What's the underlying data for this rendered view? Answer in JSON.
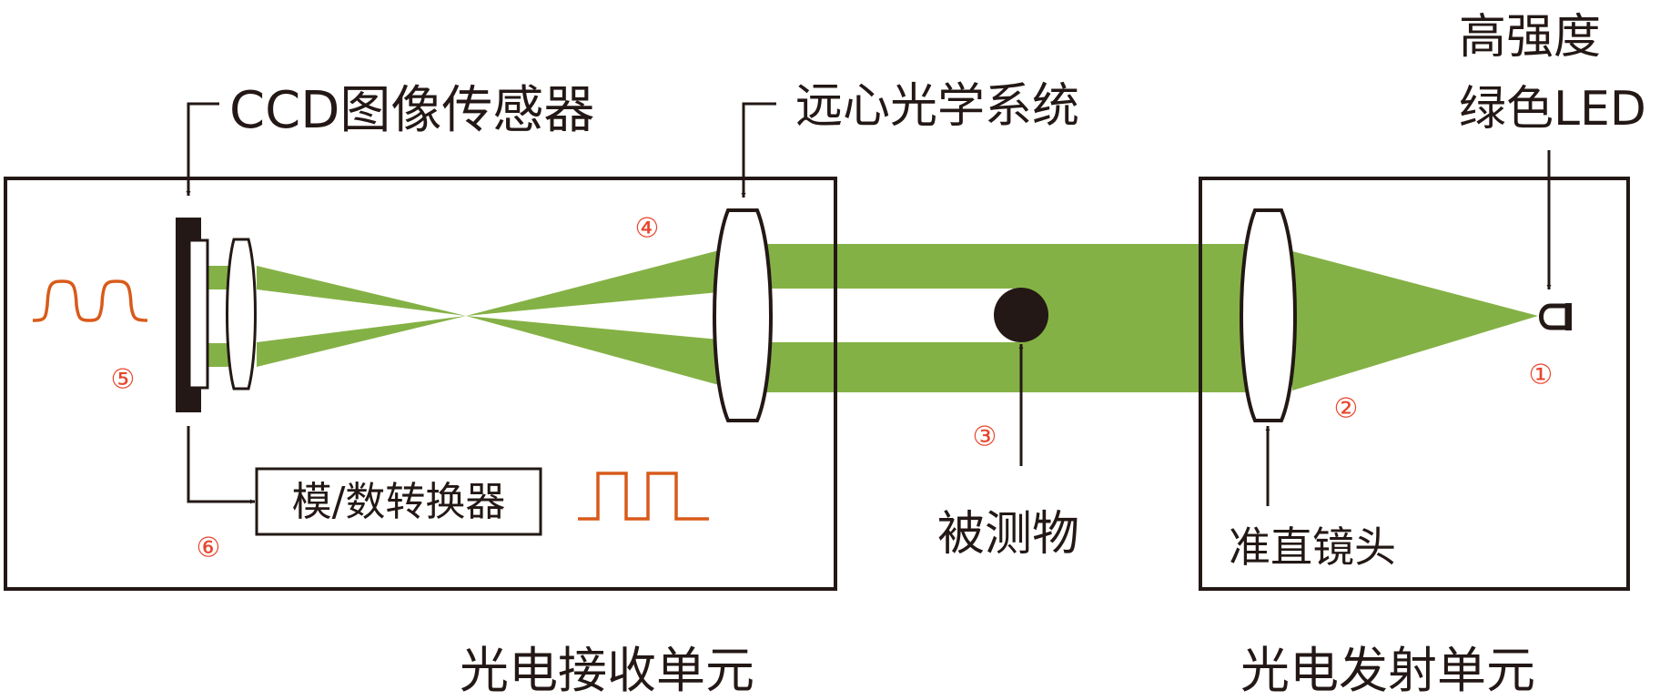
{
  "labels": {
    "ccd_sensor": "CCD图像传感器",
    "telecentric_optics": "远心光学系统",
    "led_line1": "高强度",
    "led_line2": "绿色LED",
    "object": "被测物",
    "collimator": "准直镜头",
    "adc": "模/数转换器",
    "receiver_unit": "光电接收单元",
    "emitter_unit": "光电发射单元"
  },
  "markers": [
    "①",
    "②",
    "③",
    "④",
    "⑤",
    "⑥"
  ],
  "colors": {
    "beam": "#84b145",
    "marker": "#e8452c",
    "waveform": "#d95a1a",
    "line": "#231815"
  }
}
